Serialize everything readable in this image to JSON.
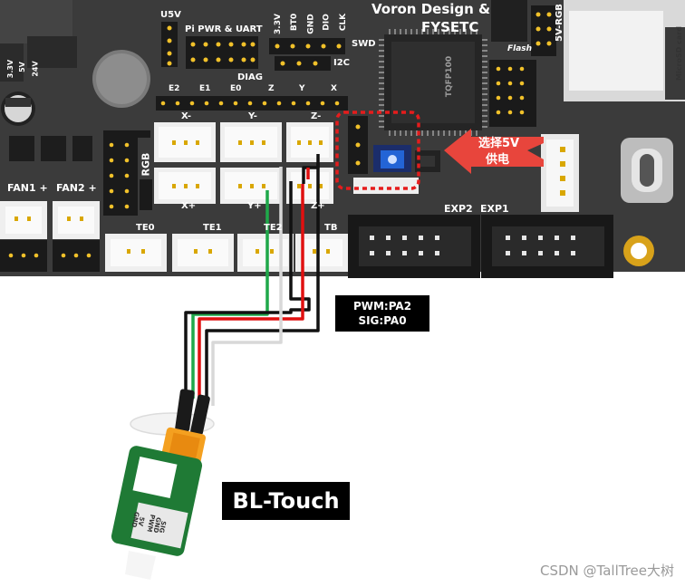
{
  "board": {
    "brand_line1": "Voron Design &",
    "brand_line2": "FYSETC",
    "chip": "TQFP100",
    "u5v": "U5V",
    "pi_pwr_uart": "Pi PWR & UART",
    "swd": "SWD",
    "i2c": "I2C",
    "diag": "DIAG",
    "v33": "3.3V",
    "bt0": "BT0",
    "gnd": "GND",
    "dio": "DIO",
    "clk": "CLK",
    "diag_e2": "E2",
    "diag_e1": "E1",
    "diag_e0": "E0",
    "diag_z": "Z",
    "diag_y": "Y",
    "diag_x": "X",
    "xm": "X-",
    "ym": "Y-",
    "zm": "Z-",
    "xp": "X+",
    "yp": "Y+",
    "zp": "Z+",
    "te0": "TE0",
    "te1": "TE1",
    "te2": "TE2",
    "tb": "TB",
    "fan1": "FAN1 +",
    "fan2": "FAN2 +",
    "rgb": "RGB",
    "exp2": "EXP2",
    "exp1": "EXP1",
    "rgb5v": "5V-RGB",
    "flash": "Flash",
    "microsd": "MicroSD card",
    "v_33": "3.3V",
    "v_5": "5V",
    "v_24": "24V"
  },
  "callout": {
    "line1": "选择5V",
    "line2": "供电",
    "arrow_color": "#e8453c",
    "box_color": "#e51c1c"
  },
  "pins": {
    "line1": "PWM:PA2",
    "line2": "SIG:PA0"
  },
  "probe": {
    "title": "BL-Touch",
    "pin_gnd": "GND",
    "pin_5v": "5V",
    "pin_pwm": "PWM",
    "pin_gnd2": "GND",
    "pin_sig": "SIG"
  },
  "wires": {
    "green": "#1fa84a",
    "red": "#e01010",
    "black": "#111111",
    "white": "#d8d8d8"
  },
  "watermark": "CSDN @TallTree大树"
}
